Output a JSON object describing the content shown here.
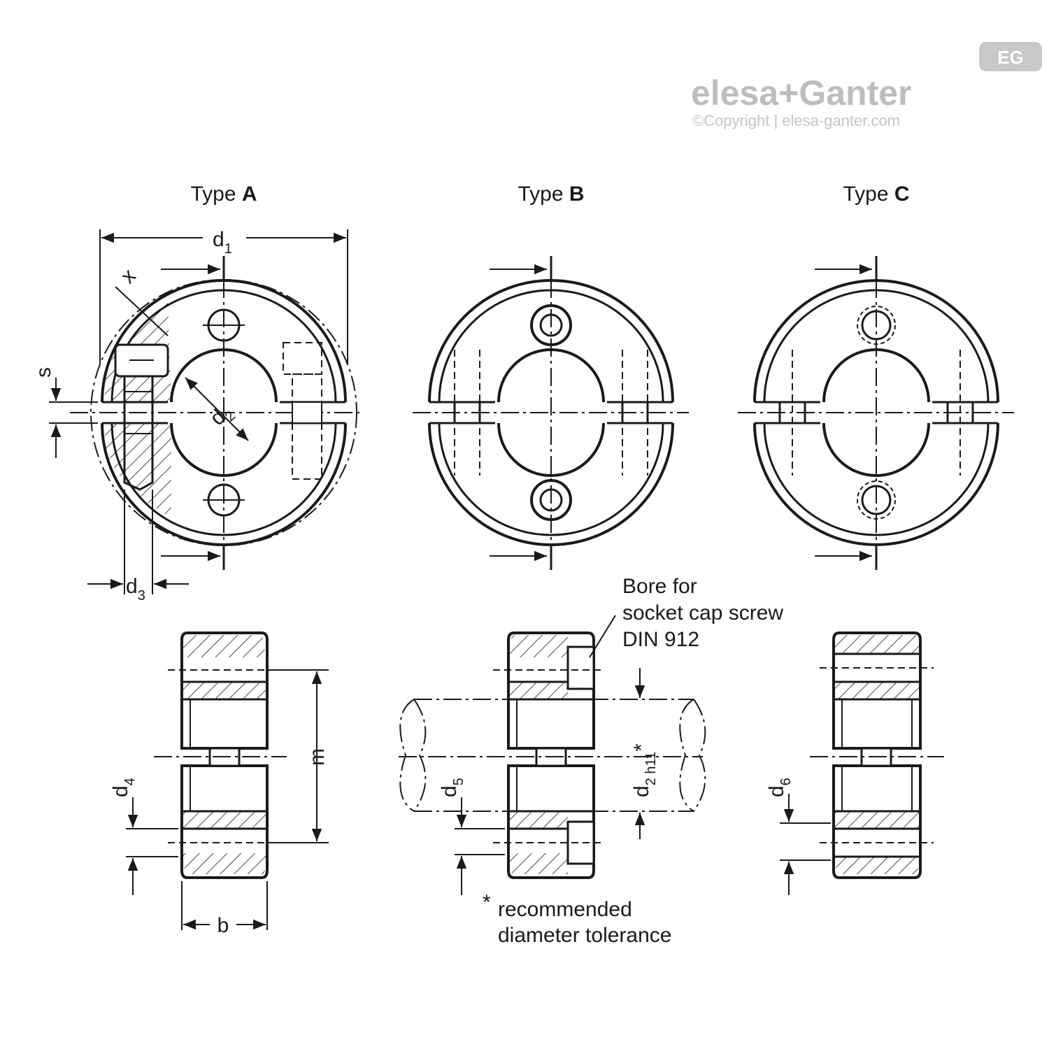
{
  "brand": {
    "logo_text": "elesa+Ganter",
    "copyright": "©Copyright | elesa-ganter.com",
    "badge": "EG"
  },
  "types": [
    {
      "prefix": "Type ",
      "letter": "A"
    },
    {
      "prefix": "Type ",
      "letter": "B"
    },
    {
      "prefix": "Type ",
      "letter": "C"
    }
  ],
  "dimensions": {
    "d1": {
      "main": "d",
      "sub": "1"
    },
    "d2": {
      "main": "d",
      "sub": "2 h11",
      "mark": "*"
    },
    "d3": {
      "main": "d",
      "sub": "3"
    },
    "d4": {
      "main": "d",
      "sub": "4"
    },
    "d5": {
      "main": "d",
      "sub": "5"
    },
    "d6": {
      "main": "d",
      "sub": "6"
    },
    "s": "s",
    "x": "x",
    "m": "m",
    "b": "b"
  },
  "notes": {
    "bore_line1": "Bore for",
    "bore_line2": "socket cap screw",
    "bore_line3": "DIN 912",
    "tol_mark": "*",
    "tol_line1": "recommended",
    "tol_line2": "diameter tolerance"
  },
  "colors": {
    "line": "#1a1a1a",
    "logo_gray": "#bdbdbd",
    "background": "#ffffff"
  }
}
